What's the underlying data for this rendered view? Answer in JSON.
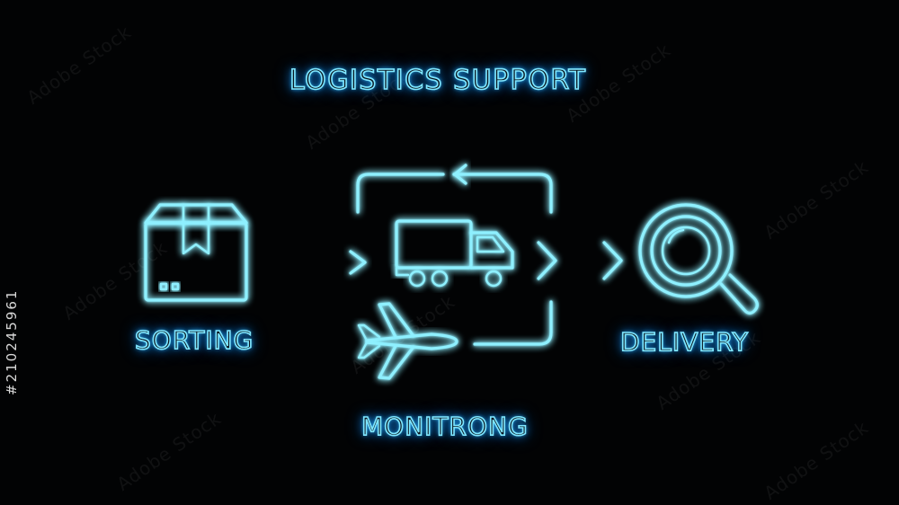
{
  "title": "LOGISTICS SUPPORT",
  "steps": {
    "sorting": "SORTING",
    "monitoring": "MONITRONG",
    "delivery": "DELIVERY"
  },
  "watermark": {
    "text": "Adobe Stock",
    "id": "#210245961"
  },
  "icons": [
    "package-box-icon",
    "arrow-right-icon",
    "delivery-truck-icon",
    "airplane-icon",
    "cycle-arrows-icon",
    "chevron-right-icon",
    "magnifying-glass-icon"
  ],
  "colors": {
    "background": "#000000",
    "neon": "#8ff0ff",
    "glow": "#1a9bff"
  }
}
